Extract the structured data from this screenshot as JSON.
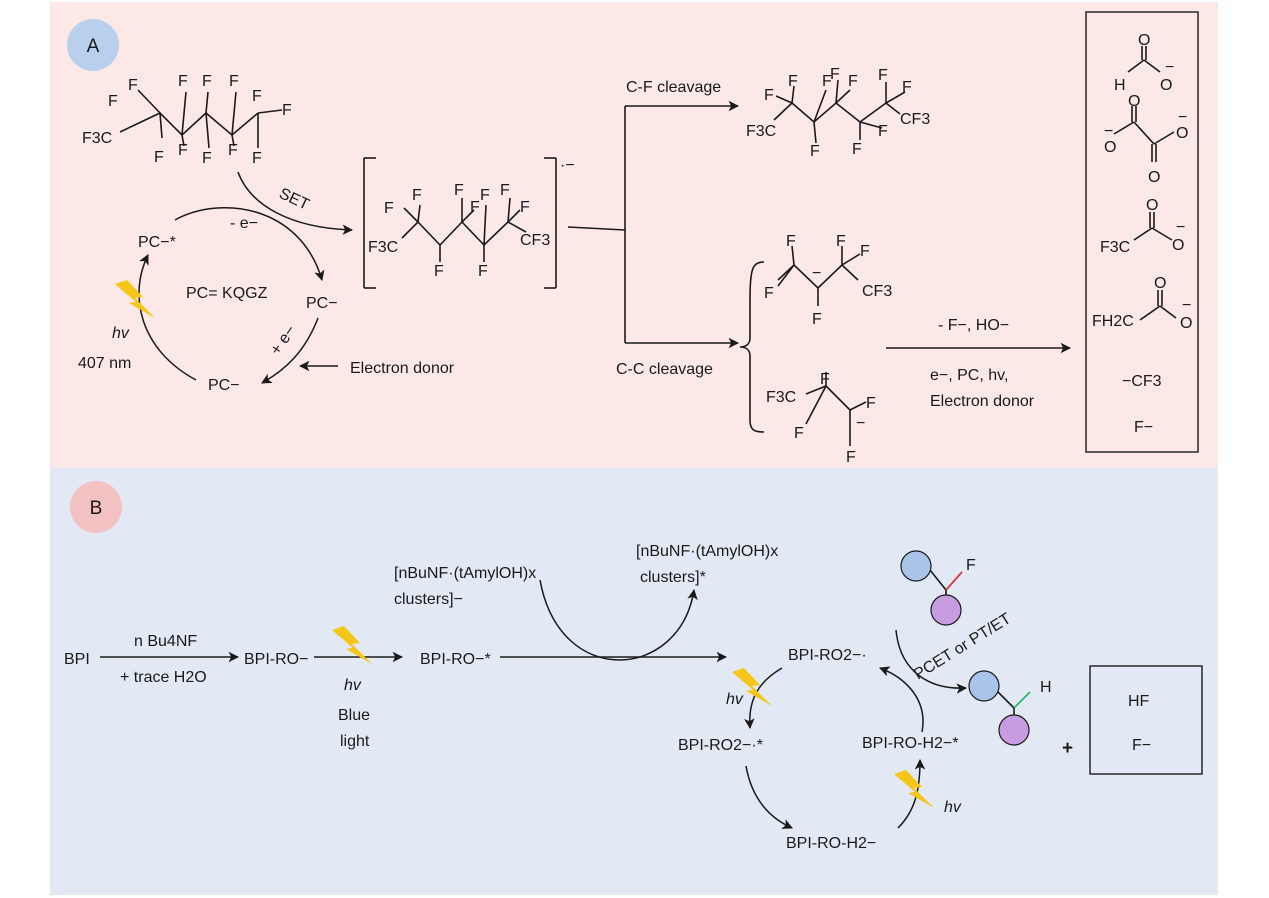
{
  "panels": {
    "a": {
      "label": "A",
      "bg": "#fde8e8",
      "badge": "#b9d0ec"
    },
    "b": {
      "label": "B",
      "bg": "#e3e9f4",
      "badge": "#f4c1c2"
    }
  },
  "atoms": {
    "F": "F",
    "F_minus": "F−",
    "F3C": "F3C",
    "CF3": "CF3",
    "O": "O",
    "H": "H",
    "minus": "−",
    "FH2C": "FH2C",
    "CF3_anion": "−CF3"
  },
  "panel_a": {
    "set": "SET",
    "minus_e": "- e−",
    "plus_e": "+ e−",
    "pc_excited": "PC−*",
    "pc_anion": "PC−",
    "pc_def": "PC= KQGZ",
    "hv": "hv",
    "wavelength": "407 nm",
    "electron_donor": "Electron donor",
    "radical_anion_charge": "·−",
    "cf_cleavage": "C-F cleavage",
    "cc_cleavage": "C-C cleavage",
    "cond_top": "- F−, HO−",
    "cond_bottom_1": "e−, PC, hv,",
    "cond_bottom_2": "Electron donor"
  },
  "panel_b": {
    "bpi": "BPI",
    "reagent_1": "n Bu4NF",
    "reagent_2": "+ trace H2O",
    "bpi_ro": "BPI-RO−",
    "hv": "hv",
    "blue_light_1": "Blue",
    "blue_light_2": "light",
    "bpi_ro_excited": "BPI-RO−*",
    "cluster_left_1": "[nBuNF·(tAmylOH)x",
    "cluster_left_2": "clusters]−",
    "cluster_right_1": "[nBuNF·(tAmylOH)x",
    "cluster_right_2": "clusters]*",
    "bpi_ro_2": "BPI-RO2−·",
    "bpi_ro_2_excited": "BPI-RO2−·*",
    "bpi_roh_2": "BPI-RO-H2−",
    "bpi_roh_2_excited": "BPI-RO-H2−*",
    "pcet": "PCET or PT/ET",
    "plus": "+",
    "hf": "HF",
    "f_minus": "F−",
    "sub_f": "F",
    "sub_h": "H"
  },
  "colors": {
    "bolt": "#f5c518",
    "sphere_blue": "#a9c4e8",
    "sphere_purple": "#c89ce0",
    "bond_red": "#d23a3a",
    "bond_green": "#2db36b"
  }
}
